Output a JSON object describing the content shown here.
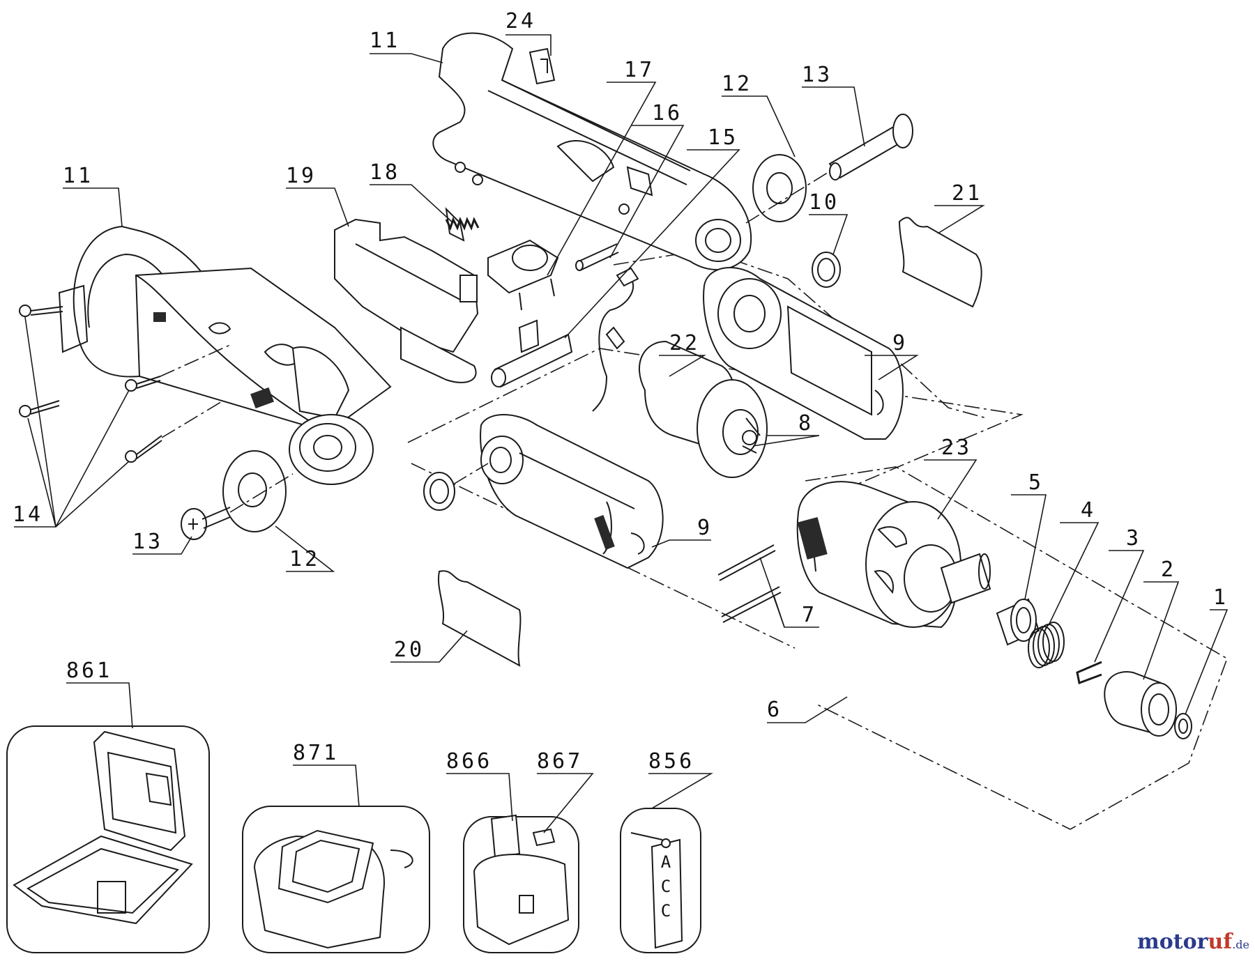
{
  "diagram": {
    "labels": {
      "p1": "1",
      "p2": "2",
      "p3": "3",
      "p4": "4",
      "p5": "5",
      "p6": "6",
      "p7": "7",
      "p8": "8",
      "p9a": "9",
      "p9b": "9",
      "p10": "10",
      "p11a": "11",
      "p11b": "11",
      "p12a": "12",
      "p12b": "12",
      "p13a": "13",
      "p13b": "13",
      "p14": "14",
      "p15": "15",
      "p16": "16",
      "p17": "17",
      "p18": "18",
      "p19": "19",
      "p20": "20",
      "p21": "21",
      "p22": "22",
      "p23": "23",
      "p24": "24",
      "p856": "856",
      "p861": "861",
      "p866": "866",
      "p867": "867",
      "p871": "871"
    },
    "tag_letters": [
      "A",
      "C",
      "C"
    ]
  },
  "watermark": {
    "part1": "motor",
    "part2": "uf",
    "part3": ".de"
  }
}
